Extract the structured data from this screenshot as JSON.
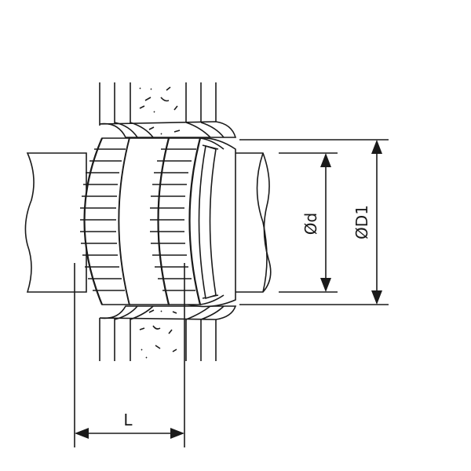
{
  "labels": {
    "inner_diameter": "Ød",
    "outer_diameter": "ØD1",
    "length": "L"
  }
}
